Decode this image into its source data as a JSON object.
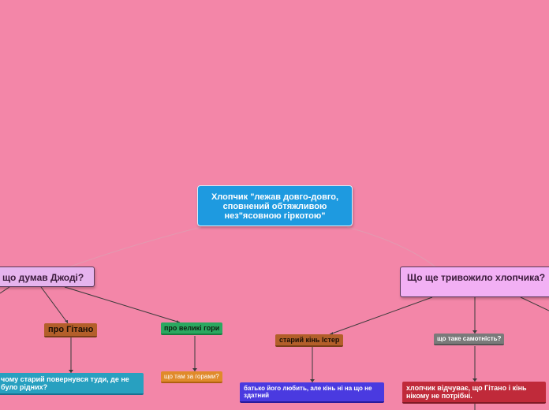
{
  "central": {
    "text": "Хлопчик \"лежав довго-довго, сповнений обтяжливою нез\"ясовною гіркотою\""
  },
  "left_branch": {
    "title": "що думав Джоді?",
    "children": [
      {
        "label": "про Гітано",
        "child": "чому старий повернувся туди, де не було рідних?"
      },
      {
        "label": "про великі гори",
        "child": "що там за горами?"
      }
    ]
  },
  "right_branch": {
    "title": "Що ще тривожило хлопчика?",
    "children": [
      {
        "label": "старий кінь Істер",
        "child": "батько його любить, але кінь ні на що не здатний"
      },
      {
        "label": "що таке самотність?",
        "child": "хлопчик відчуває, що Гітано і кінь нікому не потрібні."
      }
    ]
  },
  "colors": {
    "background": "#f386a8",
    "central": "#1e9ae0",
    "main_topic": "#e6b4ee"
  }
}
